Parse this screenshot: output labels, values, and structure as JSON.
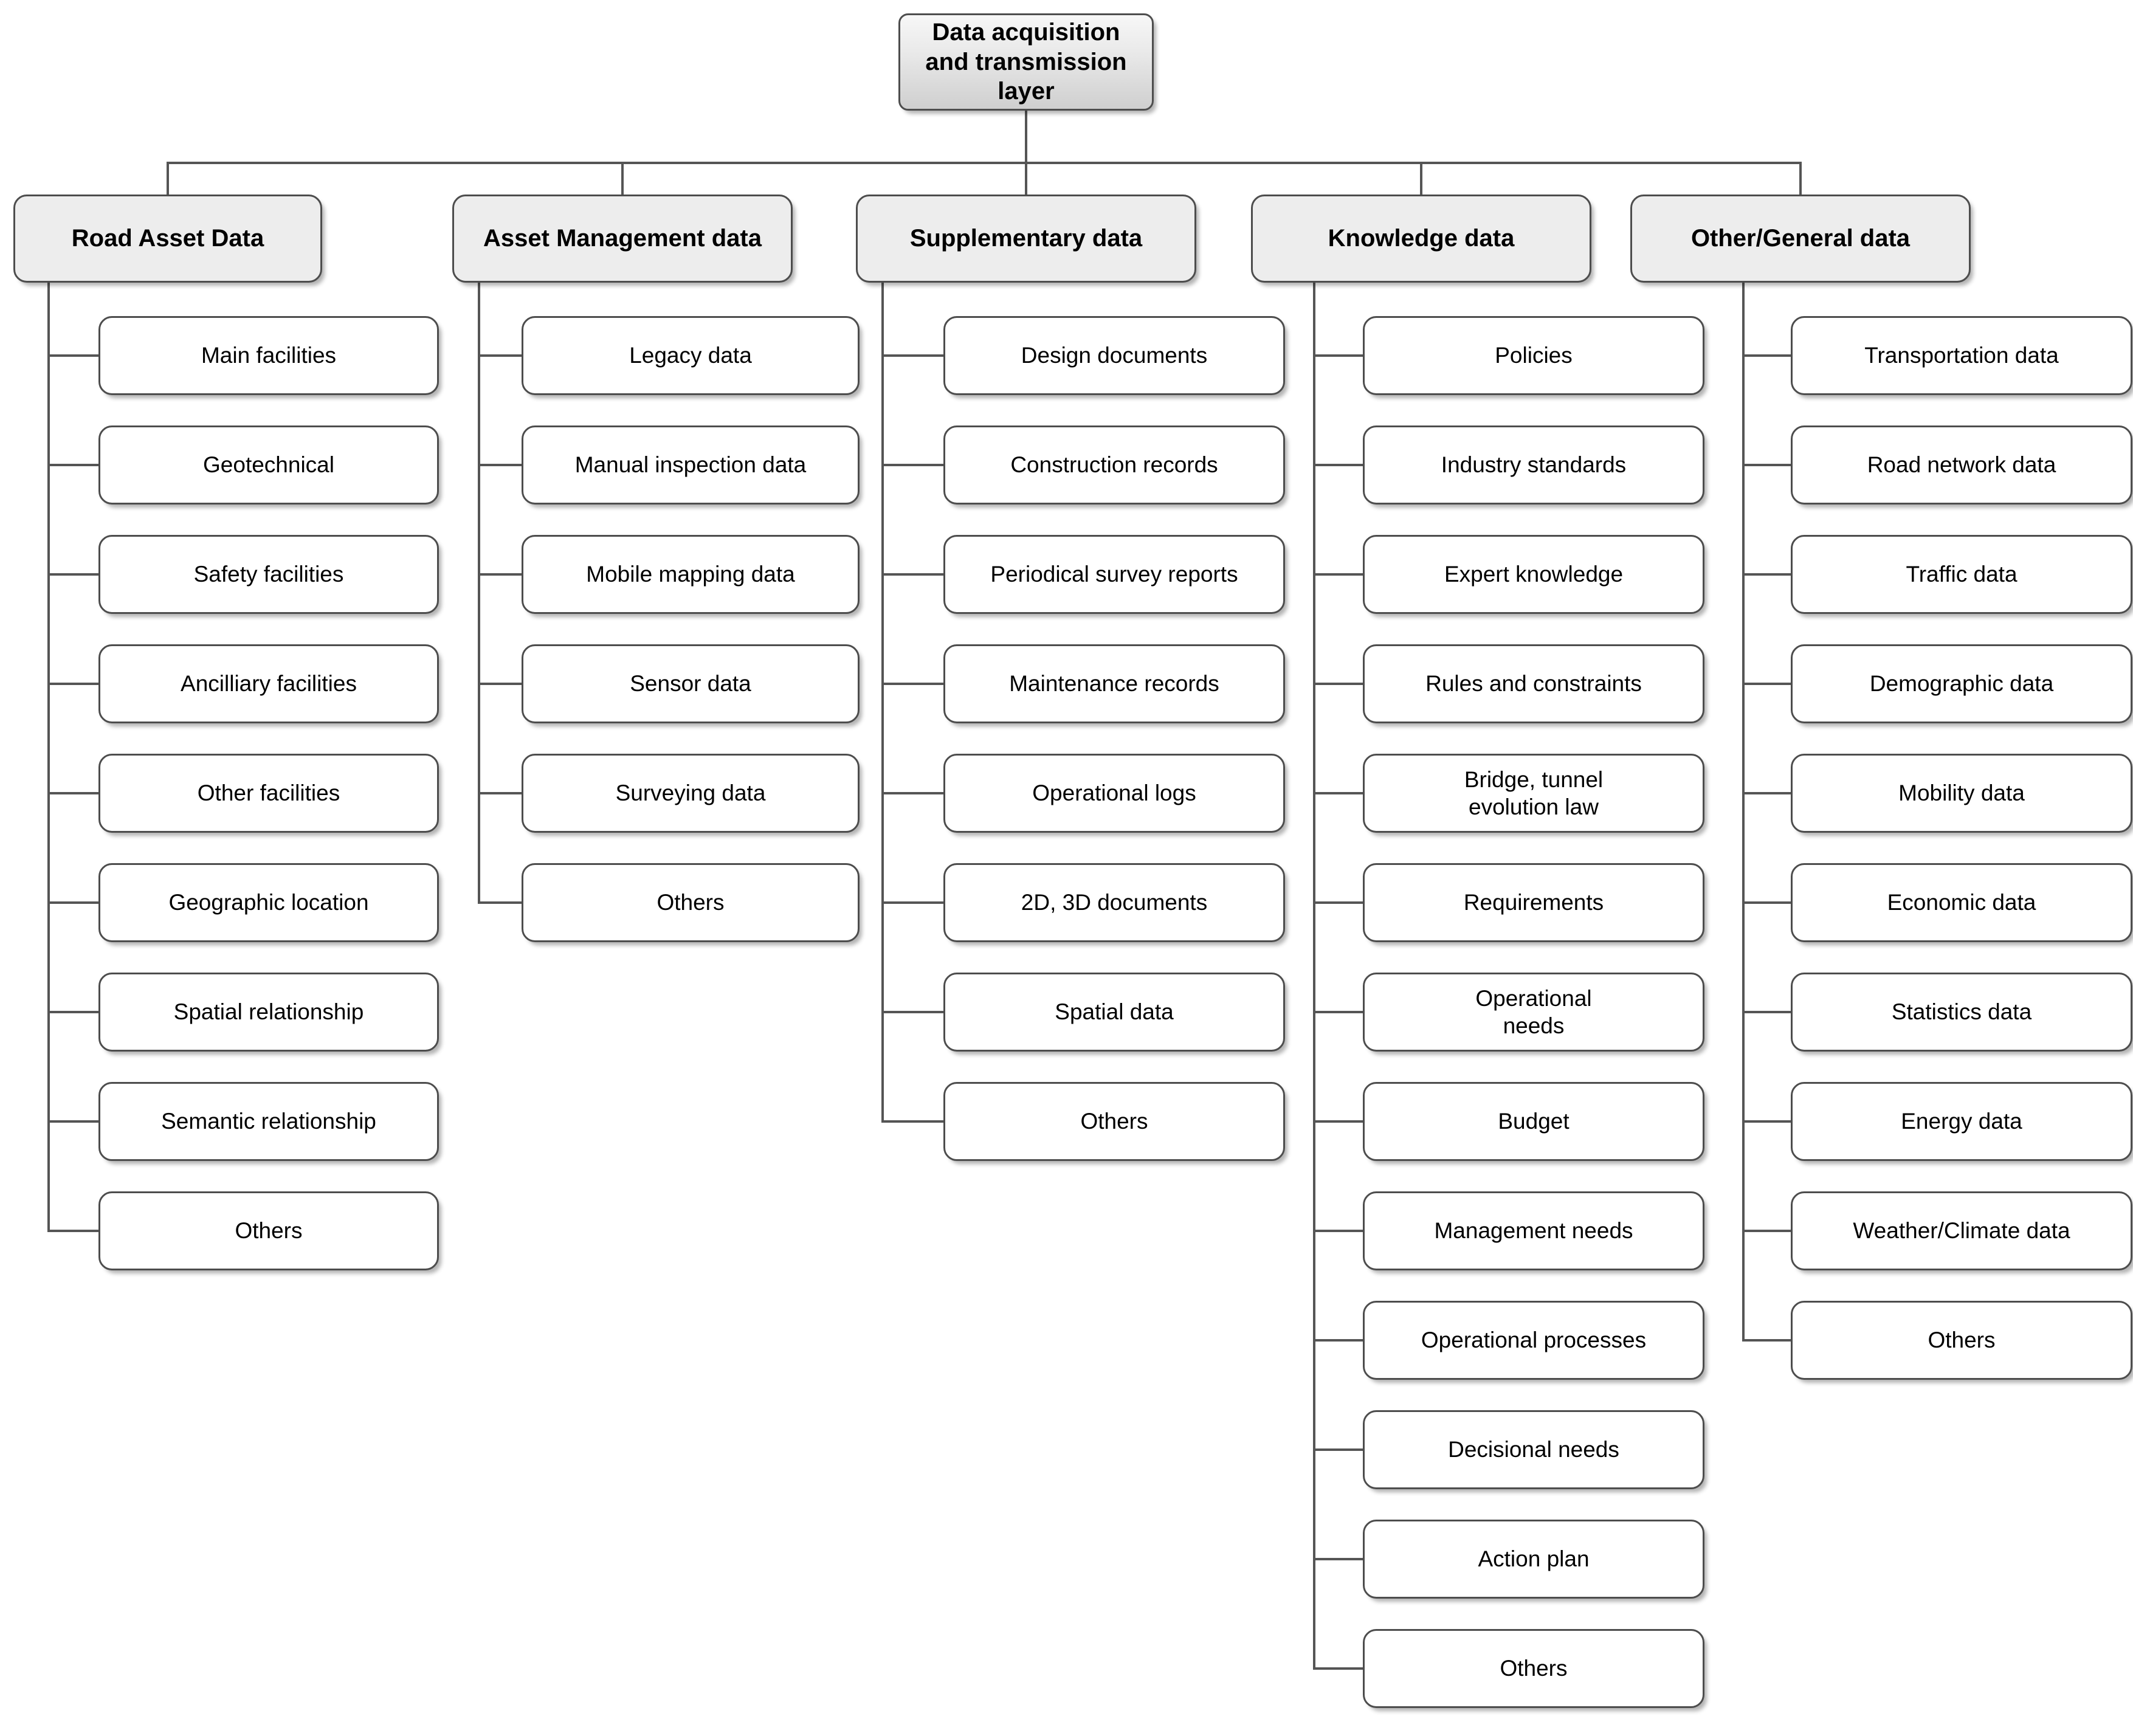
{
  "diagram": {
    "title": "Data acquisition and transmission layer taxonomy",
    "root": {
      "label": "Data acquisition and transmission layer"
    },
    "colors": {
      "root_fill_top": "#f7f7f7",
      "root_fill_bottom": "#cfcfcf",
      "category_fill": "#ededed",
      "leaf_fill": "#ffffff",
      "border": "#4d4d4d",
      "connector": "#555555",
      "text": "#000000"
    },
    "categories": [
      {
        "label": "Road Asset Data",
        "children": [
          {
            "label": "Main facilities"
          },
          {
            "label": "Geotechnical"
          },
          {
            "label": "Safety facilities"
          },
          {
            "label": "Ancilliary facilities"
          },
          {
            "label": "Other facilities"
          },
          {
            "label": "Geographic location"
          },
          {
            "label": "Spatial relationship"
          },
          {
            "label": "Semantic relationship"
          },
          {
            "label": "Others"
          }
        ]
      },
      {
        "label": "Asset Management data",
        "children": [
          {
            "label": "Legacy data"
          },
          {
            "label": "Manual inspection data"
          },
          {
            "label": "Mobile mapping data"
          },
          {
            "label": "Sensor data"
          },
          {
            "label": "Surveying data"
          },
          {
            "label": "Others"
          }
        ]
      },
      {
        "label": "Supplementary data",
        "children": [
          {
            "label": "Design documents"
          },
          {
            "label": "Construction records"
          },
          {
            "label": "Periodical survey reports"
          },
          {
            "label": "Maintenance records"
          },
          {
            "label": "Operational logs"
          },
          {
            "label": "2D, 3D documents"
          },
          {
            "label": "Spatial data"
          },
          {
            "label": "Others"
          }
        ]
      },
      {
        "label": "Knowledge data",
        "children": [
          {
            "label": "Policies"
          },
          {
            "label": "Industry standards"
          },
          {
            "label": "Expert knowledge"
          },
          {
            "label": "Rules and constraints"
          },
          {
            "label": "Bridge, tunnel\nevolution law"
          },
          {
            "label": "Requirements"
          },
          {
            "label": "Operational\nneeds"
          },
          {
            "label": "Budget"
          },
          {
            "label": "Management needs"
          },
          {
            "label": "Operational processes"
          },
          {
            "label": "Decisional needs"
          },
          {
            "label": "Action plan"
          },
          {
            "label": "Others"
          }
        ]
      },
      {
        "label": "Other/General data",
        "children": [
          {
            "label": "Transportation data"
          },
          {
            "label": "Road network data"
          },
          {
            "label": "Traffic data"
          },
          {
            "label": "Demographic data"
          },
          {
            "label": "Mobility data"
          },
          {
            "label": "Economic data"
          },
          {
            "label": "Statistics data"
          },
          {
            "label": "Energy data"
          },
          {
            "label": "Weather/Climate data"
          },
          {
            "label": "Others"
          }
        ]
      }
    ]
  }
}
